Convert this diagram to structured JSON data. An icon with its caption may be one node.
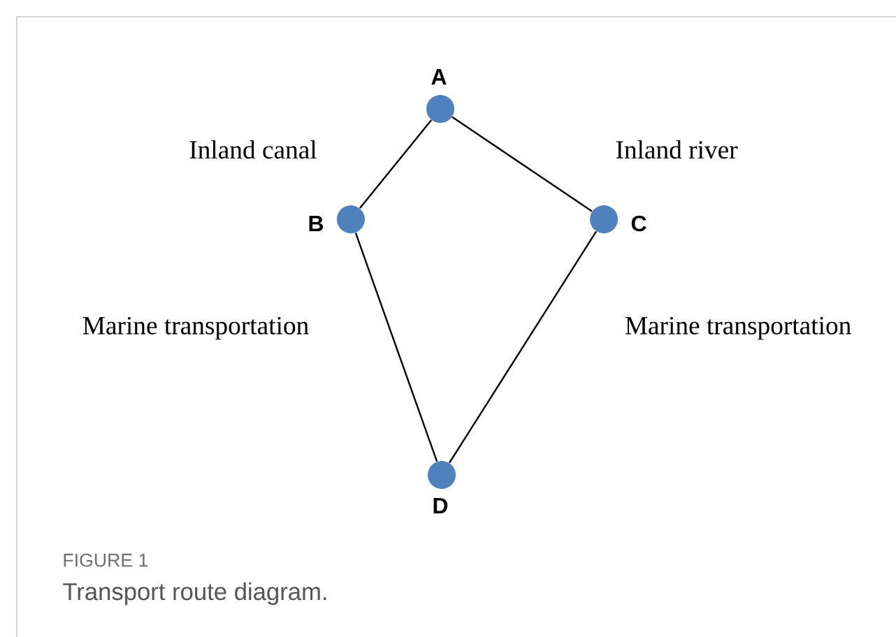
{
  "diagram": {
    "caption": "Transport route diagram.",
    "nodes": [
      {
        "text": [],
        "shape": "circle",
        "beside": [
          "A"
        ]
      },
      {
        "text": [],
        "shape": "circle",
        "beside": [
          "B"
        ]
      },
      {
        "text": [],
        "shape": "circle",
        "beside": [
          "C"
        ]
      },
      {
        "text": [],
        "shape": "circle",
        "beside": [
          "D"
        ]
      }
    ],
    "edges": [
      {
        "from": 0,
        "to": 1,
        "arrow": "none",
        "label": "Inland canal"
      },
      {
        "from": 0,
        "to": 2,
        "arrow": "none",
        "label": "Inland river"
      },
      {
        "from": 1,
        "to": 3,
        "arrow": "none",
        "label": "Marine transportation"
      },
      {
        "from": 2,
        "to": 3,
        "arrow": "none",
        "label": "Marine transportation"
      }
    ],
    "labels": [
      "FIGURE 1"
    ]
  }
}
